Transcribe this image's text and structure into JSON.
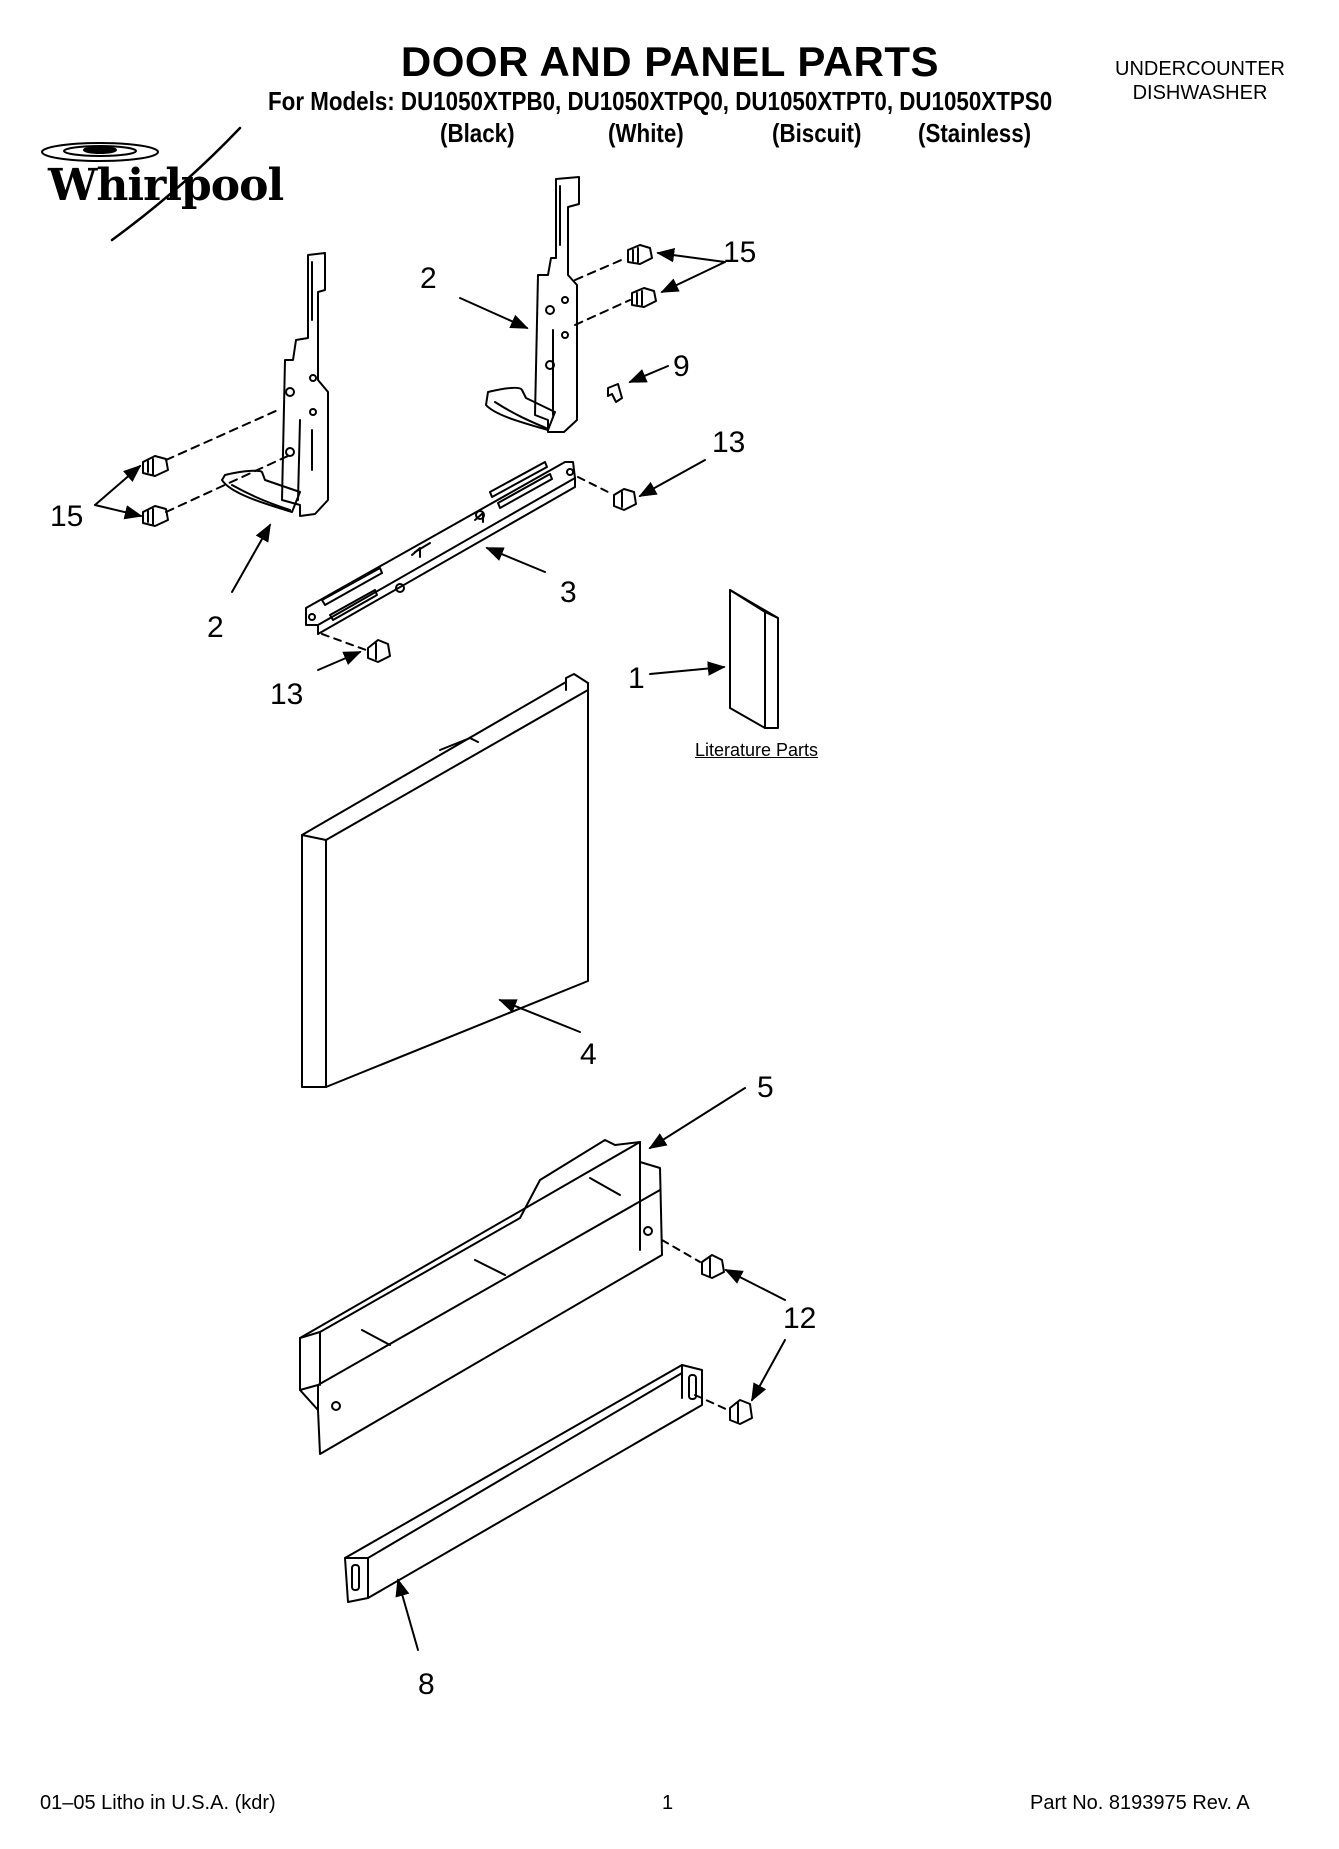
{
  "header": {
    "title": "DOOR AND PANEL PARTS",
    "models_line": "For Models: DU1050XTPB0, DU1050XTPQ0, DU1050XTPT0, DU1050XTPS0",
    "colors": [
      "(Black)",
      "(White)",
      "(Biscuit)",
      "(Stainless)"
    ],
    "category_line1": "UNDERCOUNTER",
    "category_line2": "DISHWASHER",
    "brand": "Whirlpool"
  },
  "callouts": {
    "c15_top": "15",
    "c2_top": "2",
    "c9": "9",
    "c13_right": "13",
    "c15_left": "15",
    "c2_left": "2",
    "c3": "3",
    "c13_left": "13",
    "c1": "1",
    "c4": "4",
    "c5": "5",
    "c12": "12",
    "c8": "8"
  },
  "literature_label": "Literature Parts",
  "footer": {
    "left": "01–05 Litho in U.S.A. (kdr)",
    "center": "1",
    "right": "Part No. 8193975 Rev. A"
  }
}
